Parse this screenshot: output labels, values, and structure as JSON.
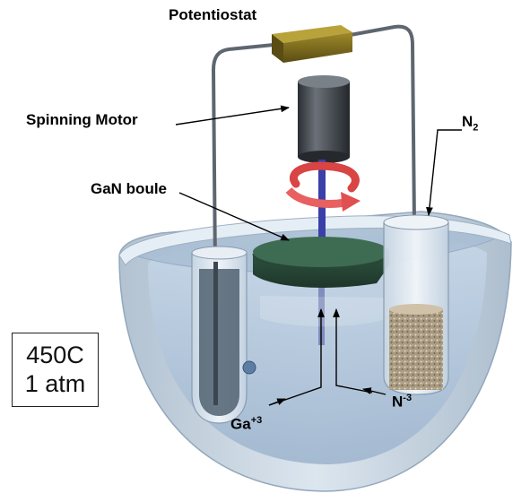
{
  "labels": {
    "potentiostat": "Potentiostat",
    "spinning_motor": "Spinning Motor",
    "gan_boule": "GaN boule",
    "n2_base": "N",
    "n2_sub": "2",
    "n3_base": "N",
    "n3_sup": "-3",
    "ga3_base": "Ga",
    "ga3_sup": "+3"
  },
  "conditions": {
    "temperature": "450C",
    "pressure": "1 atm"
  },
  "colors": {
    "potentiostat_box": "#7a6a1e",
    "motor": "#3a3f44",
    "boule_top": "#3d6b52",
    "boule_side": "#2c4d3c",
    "liquid": "#b8cde0",
    "vessel_wall": "#cfdbe6",
    "rotation_arrow": "#e05050"
  }
}
